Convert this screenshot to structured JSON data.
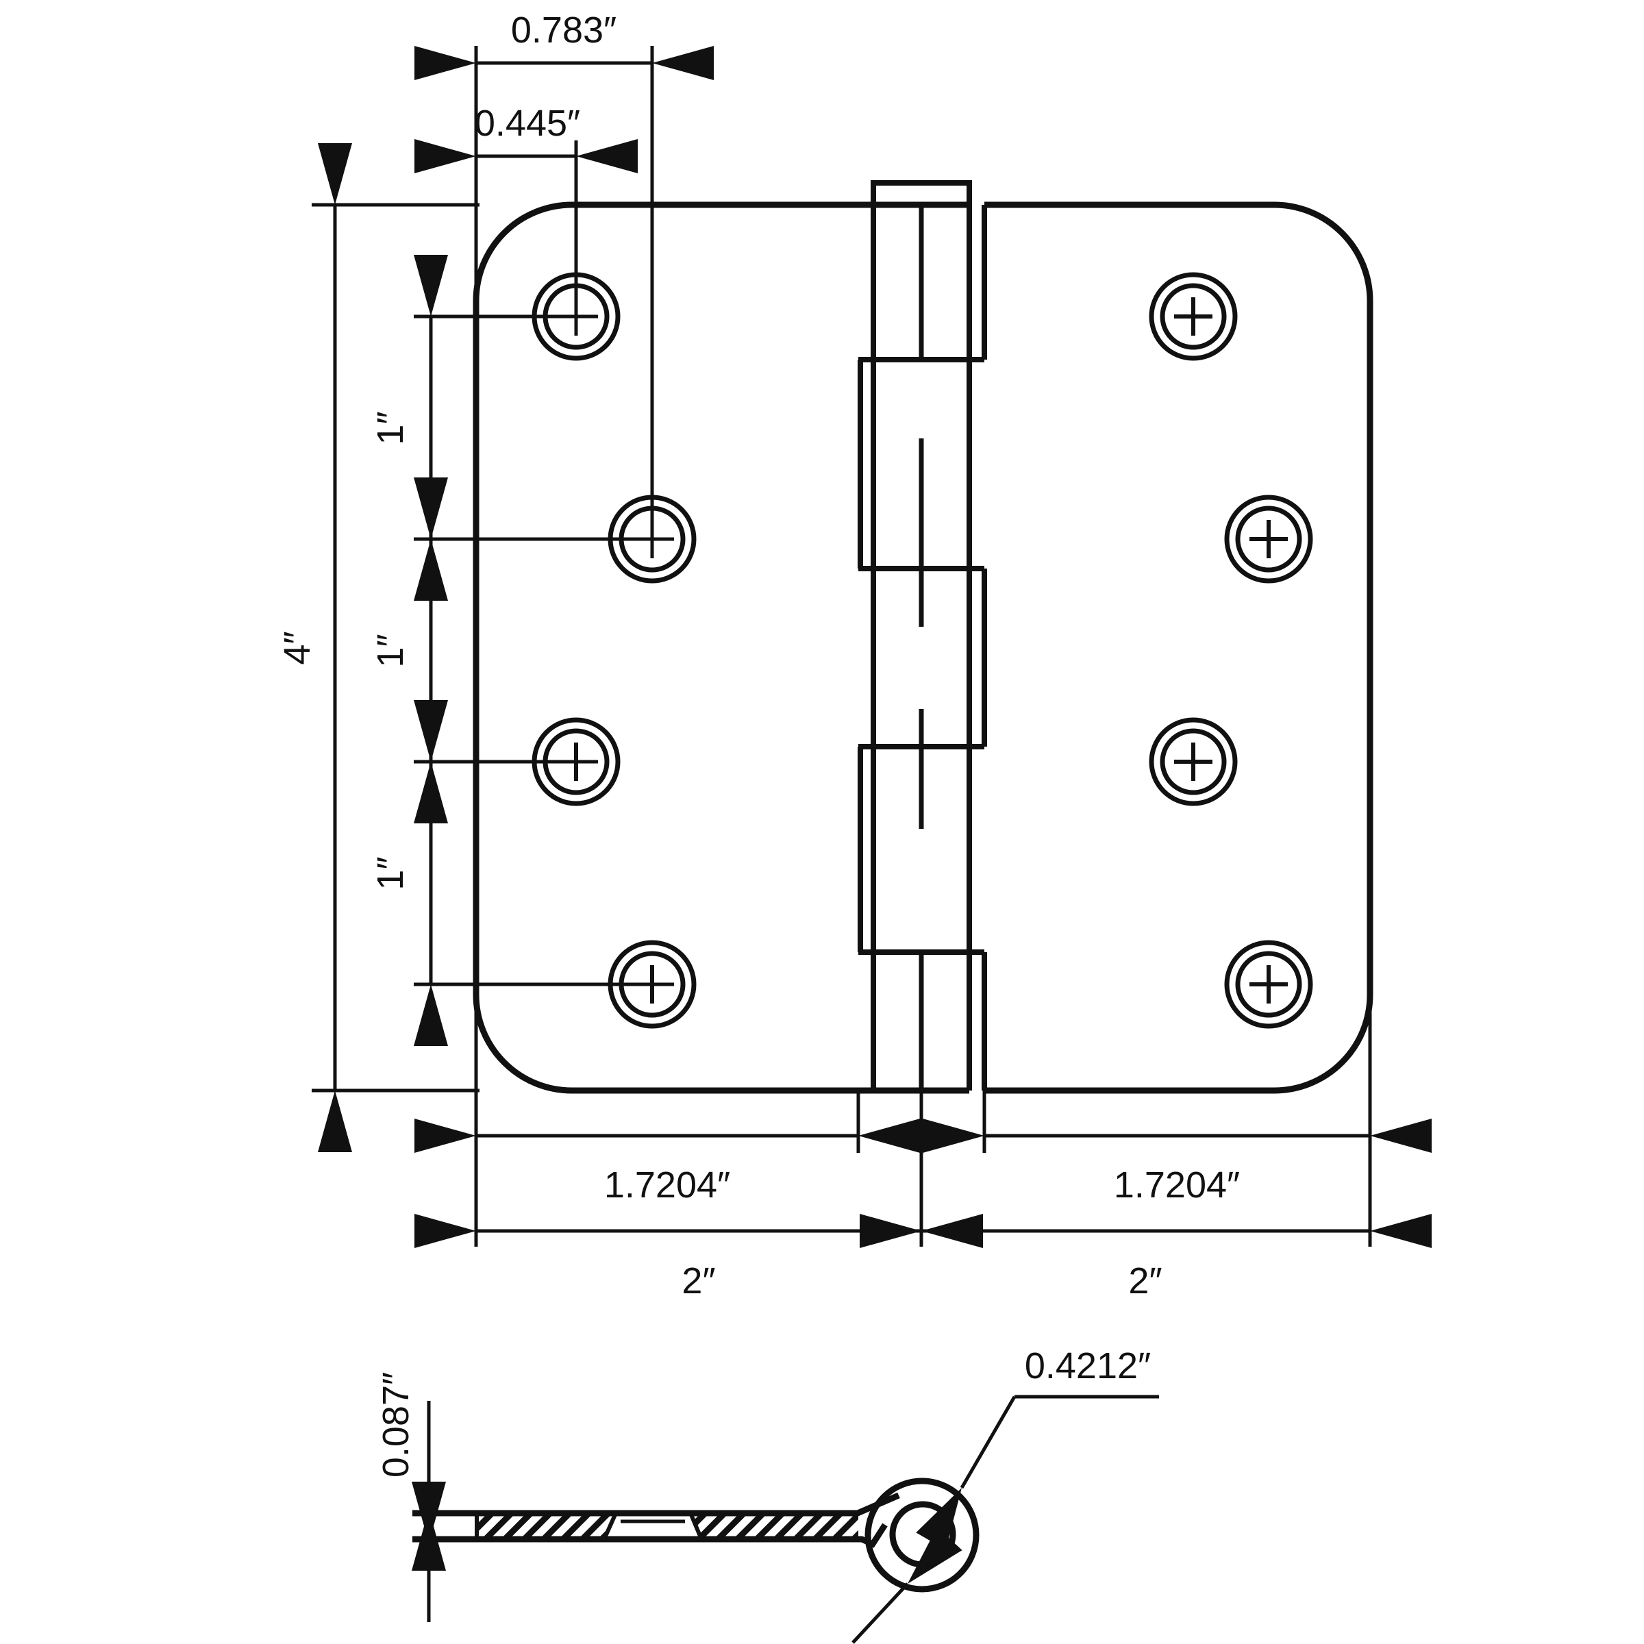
{
  "drawing": {
    "type": "technical-dimension-drawing",
    "subject": "door hinge, front view and side section view",
    "colors": {
      "ink": "#111111",
      "paper": "#ffffff"
    }
  },
  "front_view": {
    "top_dims": [
      {
        "label": "0.783″"
      },
      {
        "label": "0.445″"
      }
    ],
    "height_dim": "4″",
    "spacing_dims": [
      "1″",
      "1″",
      "1″"
    ],
    "leaf_width_dims": {
      "left": "1.7204″",
      "right": "1.7204″"
    },
    "half_width_dims": {
      "left": "2″",
      "right": "2″"
    }
  },
  "side_view": {
    "thickness_dim": "0.087″",
    "curl_dim": "0.4212″"
  }
}
